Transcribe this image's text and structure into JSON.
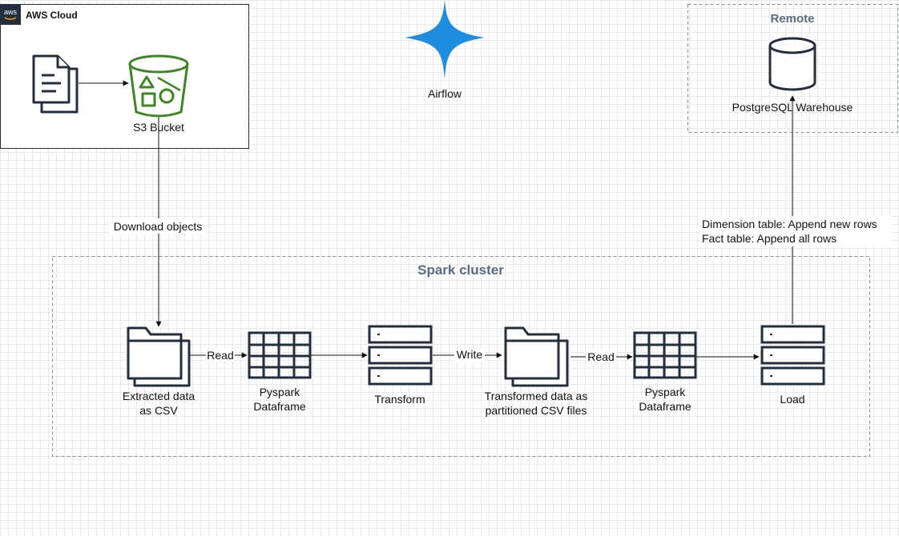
{
  "groups": {
    "aws_cloud": {
      "title": "AWS Cloud",
      "logo_text": "aws"
    },
    "remote": {
      "title": "Remote"
    },
    "spark_cluster": {
      "title": "Spark cluster"
    }
  },
  "nodes": {
    "document": {
      "icon": "document-icon"
    },
    "s3_bucket": {
      "label": "S3 Bucket",
      "icon": "s3-bucket-icon",
      "color": "#3f8624"
    },
    "airflow": {
      "label": "Airflow",
      "icon": "airflow-star-icon",
      "color": "#1e8de0"
    },
    "postgres": {
      "label": "PostgreSQL Warehouse",
      "icon": "database-cylinder-icon"
    },
    "extracted": {
      "label_line1": "Extracted data",
      "label_line2": "as CSV",
      "icon": "folder-icon"
    },
    "df1": {
      "label_line1": "Pyspark",
      "label_line2": "Dataframe",
      "icon": "table-icon"
    },
    "transform": {
      "label": "Transform",
      "icon": "server-stack-icon"
    },
    "transformed": {
      "label_line1": "Transformed data as",
      "label_line2": "partitioned CSV files",
      "icon": "folder-icon"
    },
    "df2": {
      "label_line1": "Pyspark",
      "label_line2": "Dataframe",
      "icon": "table-icon"
    },
    "load": {
      "label": "Load",
      "icon": "server-stack-icon"
    }
  },
  "edges": {
    "download": "Download objects",
    "read1": "Read",
    "write": "Write",
    "read2": "Read",
    "load_line1": "Dimension table: Append new rows",
    "load_line2": "Fact table: Append all rows"
  },
  "colors": {
    "stroke": "#232f3e",
    "group_dash": "#879196",
    "group_title": "#5a6b86"
  }
}
